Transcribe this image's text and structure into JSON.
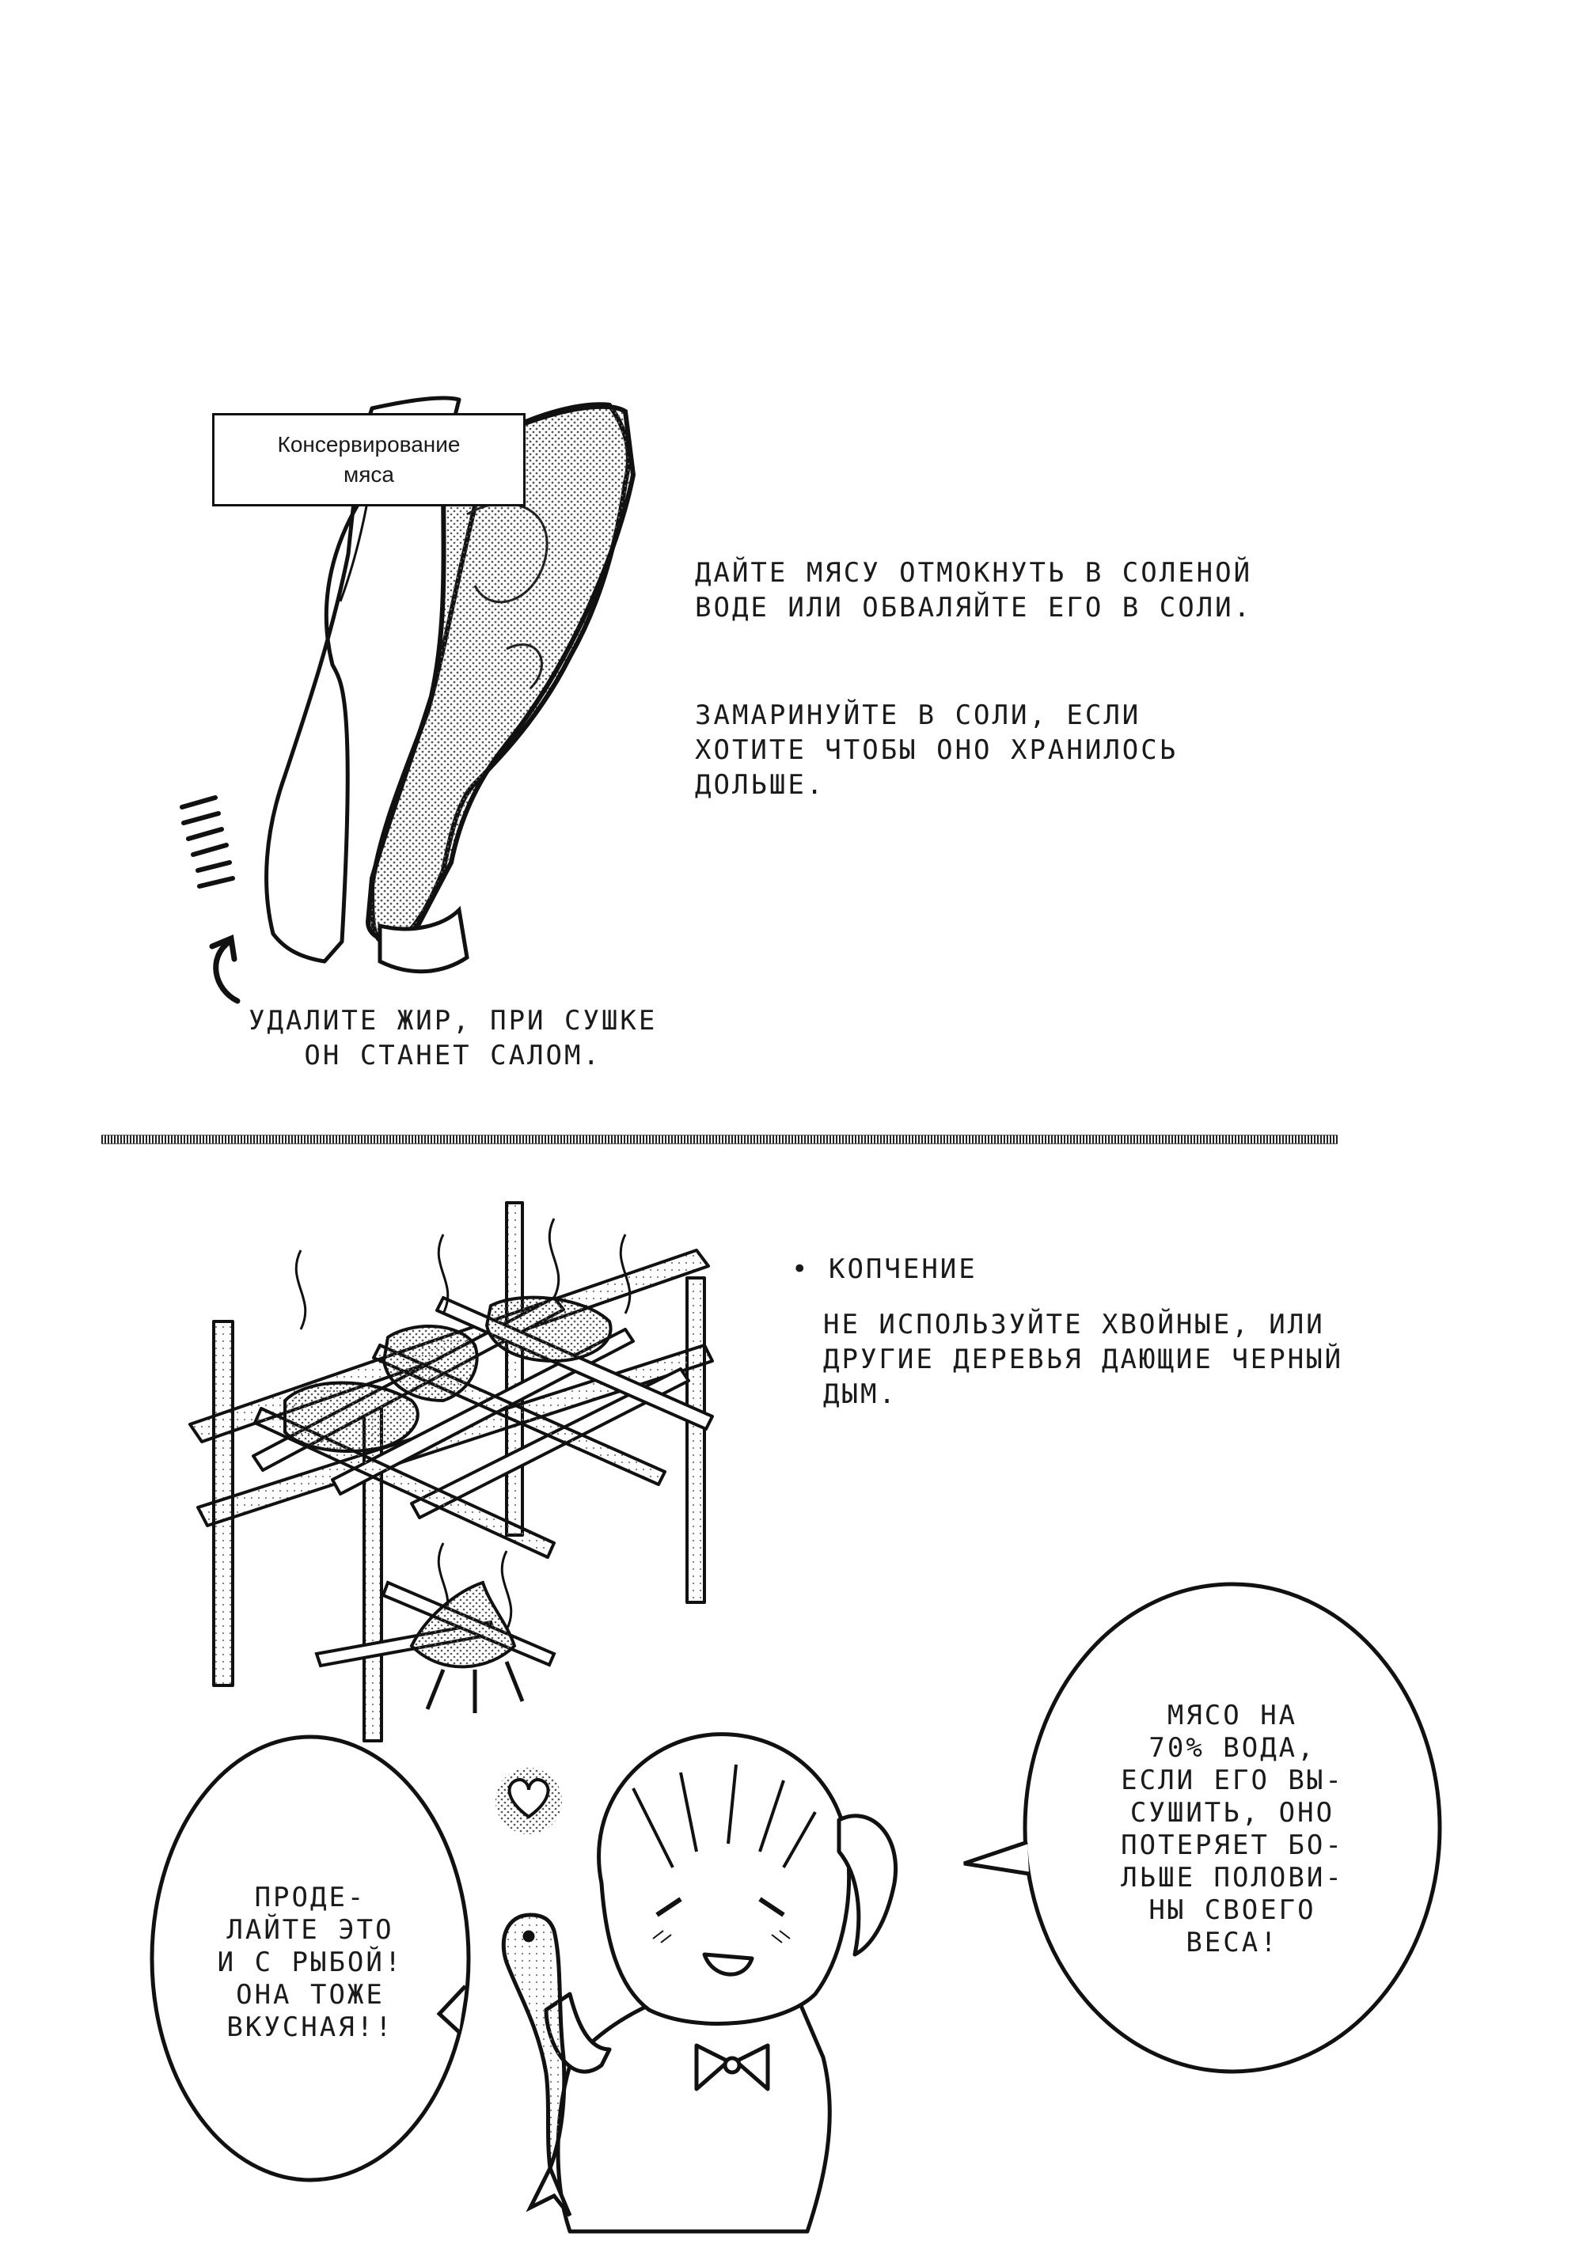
{
  "title_box": {
    "line1": "Консервирование",
    "line2": "мяса"
  },
  "instructions": {
    "soak": {
      "line1": "Дайте мясу отмокнуть в соленой",
      "line2": "воде или обваляйте его в соли."
    },
    "marinate": {
      "line1": "Замаринуйте в соли, если",
      "line2": "хотите чтобы оно хранилось",
      "line3": "дольше."
    },
    "fat": {
      "line1": "Удалите жир, при сушке",
      "line2": "он станет салом."
    }
  },
  "smoking": {
    "heading": "Копчение",
    "line1": "Не используйте хвойные, или",
    "line2": "другие деревья дающие черный",
    "line3": "дым."
  },
  "bubble_left": {
    "line1": "Проде-",
    "line2": "лайте это",
    "line3": "и с рыбой!",
    "line4": "Она тоже",
    "line5": "вкусная!!"
  },
  "bubble_right": {
    "line1": "Мясо на",
    "line2": "70% вода,",
    "line3": "если его вы-",
    "line4": "сушить, оно",
    "line5": "потеряет бо-",
    "line6": "льше полови-",
    "line7": "ны своего",
    "line8": "веса!"
  },
  "icons": {
    "steak": "steak-icon",
    "fat_strip": "fat-strip-icon",
    "smoking_rack": "smoking-rack-icon",
    "campfire": "campfire-icon",
    "heart": "heart-icon",
    "fish": "fish-icon",
    "girl": "girl-character-icon"
  }
}
